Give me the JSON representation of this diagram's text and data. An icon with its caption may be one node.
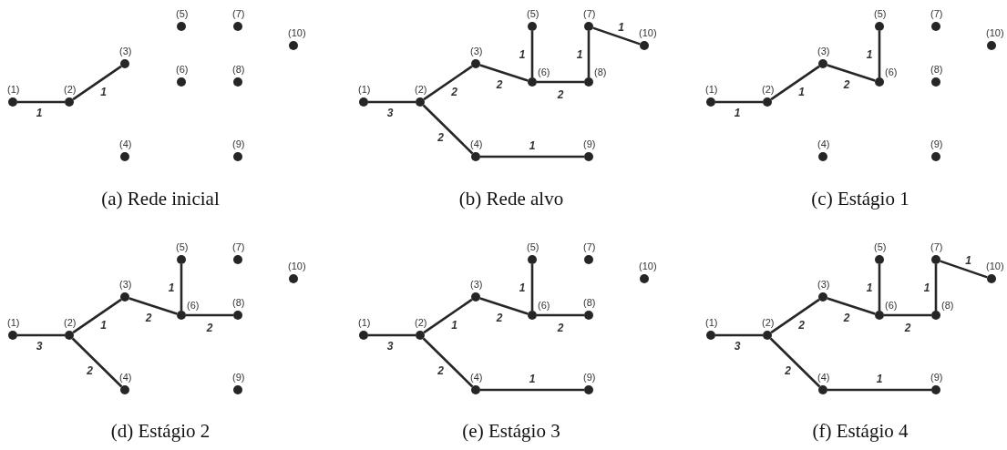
{
  "diagram": {
    "nodes": [
      {
        "text": [
          "(1)"
        ]
      },
      {
        "text": [
          "(2)"
        ]
      },
      {
        "text": [
          "(3)"
        ]
      },
      {
        "text": [
          "(4)"
        ]
      },
      {
        "text": [
          "(5)"
        ]
      },
      {
        "text": [
          "(6)"
        ]
      },
      {
        "text": [
          "(7)"
        ]
      },
      {
        "text": [
          "(8)"
        ]
      },
      {
        "text": [
          "(9)"
        ]
      },
      {
        "text": [
          "(10)"
        ]
      },
      {
        "text": [
          "(1)"
        ]
      },
      {
        "text": [
          "(2)"
        ]
      },
      {
        "text": [
          "(3)"
        ]
      },
      {
        "text": [
          "(4)"
        ]
      },
      {
        "text": [
          "(5)"
        ]
      },
      {
        "text": [
          "(6)"
        ]
      },
      {
        "text": [
          "(7)"
        ]
      },
      {
        "text": [
          "(8)"
        ]
      },
      {
        "text": [
          "(9)"
        ]
      },
      {
        "text": [
          "(10)"
        ]
      },
      {
        "text": [
          "(1)"
        ]
      },
      {
        "text": [
          "(2)"
        ]
      },
      {
        "text": [
          "(3)"
        ]
      },
      {
        "text": [
          "(4)"
        ]
      },
      {
        "text": [
          "(5)"
        ]
      },
      {
        "text": [
          "(6)"
        ]
      },
      {
        "text": [
          "(7)"
        ]
      },
      {
        "text": [
          "(8)"
        ]
      },
      {
        "text": [
          "(9)"
        ]
      },
      {
        "text": [
          "(10)"
        ]
      },
      {
        "text": [
          "(1)"
        ]
      },
      {
        "text": [
          "(2)"
        ]
      },
      {
        "text": [
          "(3)"
        ]
      },
      {
        "text": [
          "(4)"
        ]
      },
      {
        "text": [
          "(5)"
        ]
      },
      {
        "text": [
          "(6)"
        ]
      },
      {
        "text": [
          "(7)"
        ]
      },
      {
        "text": [
          "(8)"
        ]
      },
      {
        "text": [
          "(9)"
        ]
      },
      {
        "text": [
          "(10)"
        ]
      },
      {
        "text": [
          "(1)"
        ]
      },
      {
        "text": [
          "(2)"
        ]
      },
      {
        "text": [
          "(3)"
        ]
      },
      {
        "text": [
          "(4)"
        ]
      },
      {
        "text": [
          "(5)"
        ]
      },
      {
        "text": [
          "(6)"
        ]
      },
      {
        "text": [
          "(7)"
        ]
      },
      {
        "text": [
          "(8)"
        ]
      },
      {
        "text": [
          "(9)"
        ]
      },
      {
        "text": [
          "(10)"
        ]
      },
      {
        "text": [
          "(1)"
        ]
      },
      {
        "text": [
          "(2)"
        ]
      },
      {
        "text": [
          "(3)"
        ]
      },
      {
        "text": [
          "(4)"
        ]
      },
      {
        "text": [
          "(5)"
        ]
      },
      {
        "text": [
          "(6)"
        ]
      },
      {
        "text": [
          "(7)"
        ]
      },
      {
        "text": [
          "(8)"
        ]
      },
      {
        "text": [
          "(9)"
        ]
      },
      {
        "text": [
          "(10)"
        ]
      }
    ],
    "edges": [
      {
        "from": 0,
        "to": 1,
        "arrow": "none",
        "label": "1"
      },
      {
        "from": 1,
        "to": 2,
        "arrow": "none",
        "label": "1"
      },
      {
        "from": 10,
        "to": 11,
        "arrow": "none",
        "label": "3"
      },
      {
        "from": 11,
        "to": 12,
        "arrow": "none",
        "label": "2"
      },
      {
        "from": 11,
        "to": 13,
        "arrow": "none",
        "label": "2"
      },
      {
        "from": 12,
        "to": 15,
        "arrow": "none",
        "label": "2"
      },
      {
        "from": 14,
        "to": 15,
        "arrow": "none",
        "label": "1"
      },
      {
        "from": 15,
        "to": 17,
        "arrow": "none",
        "label": "2"
      },
      {
        "from": 17,
        "to": 16,
        "arrow": "none",
        "label": "1"
      },
      {
        "from": 16,
        "to": 19,
        "arrow": "none",
        "label": "1"
      },
      {
        "from": 13,
        "to": 18,
        "arrow": "none",
        "label": "1"
      },
      {
        "from": 20,
        "to": 21,
        "arrow": "none",
        "label": "1"
      },
      {
        "from": 21,
        "to": 22,
        "arrow": "none",
        "label": "1"
      },
      {
        "from": 22,
        "to": 25,
        "arrow": "none",
        "label": "2"
      },
      {
        "from": 24,
        "to": 25,
        "arrow": "none",
        "label": "1"
      },
      {
        "from": 30,
        "to": 31,
        "arrow": "none",
        "label": "3"
      },
      {
        "from": 31,
        "to": 32,
        "arrow": "none",
        "label": "1"
      },
      {
        "from": 31,
        "to": 33,
        "arrow": "none",
        "label": "2"
      },
      {
        "from": 32,
        "to": 35,
        "arrow": "none",
        "label": "2"
      },
      {
        "from": 34,
        "to": 35,
        "arrow": "none",
        "label": "1"
      },
      {
        "from": 35,
        "to": 37,
        "arrow": "none",
        "label": "2"
      },
      {
        "from": 40,
        "to": 41,
        "arrow": "none",
        "label": "3"
      },
      {
        "from": 41,
        "to": 42,
        "arrow": "none",
        "label": "1"
      },
      {
        "from": 41,
        "to": 43,
        "arrow": "none",
        "label": "2"
      },
      {
        "from": 42,
        "to": 45,
        "arrow": "none",
        "label": "2"
      },
      {
        "from": 44,
        "to": 45,
        "arrow": "none",
        "label": "1"
      },
      {
        "from": 45,
        "to": 47,
        "arrow": "none",
        "label": "2"
      },
      {
        "from": 43,
        "to": 48,
        "arrow": "none",
        "label": "1"
      },
      {
        "from": 50,
        "to": 51,
        "arrow": "none",
        "label": "3"
      },
      {
        "from": 51,
        "to": 52,
        "arrow": "none",
        "label": "2"
      },
      {
        "from": 51,
        "to": 53,
        "arrow": "none",
        "label": "2"
      },
      {
        "from": 52,
        "to": 55,
        "arrow": "none",
        "label": "2"
      },
      {
        "from": 54,
        "to": 55,
        "arrow": "none",
        "label": "1"
      },
      {
        "from": 55,
        "to": 57,
        "arrow": "none",
        "label": "2"
      },
      {
        "from": 57,
        "to": 56,
        "arrow": "none",
        "label": "1"
      },
      {
        "from": 56,
        "to": 59,
        "arrow": "none",
        "label": "1"
      },
      {
        "from": 53,
        "to": 58,
        "arrow": "none",
        "label": "1"
      }
    ],
    "labels": [
      "(a) Rede inicial",
      "(b) Rede alvo",
      "(c) Estágio 1",
      "(d) Estágio 2",
      "(e) Estágio 3",
      "(f) Estágio 4"
    ]
  }
}
